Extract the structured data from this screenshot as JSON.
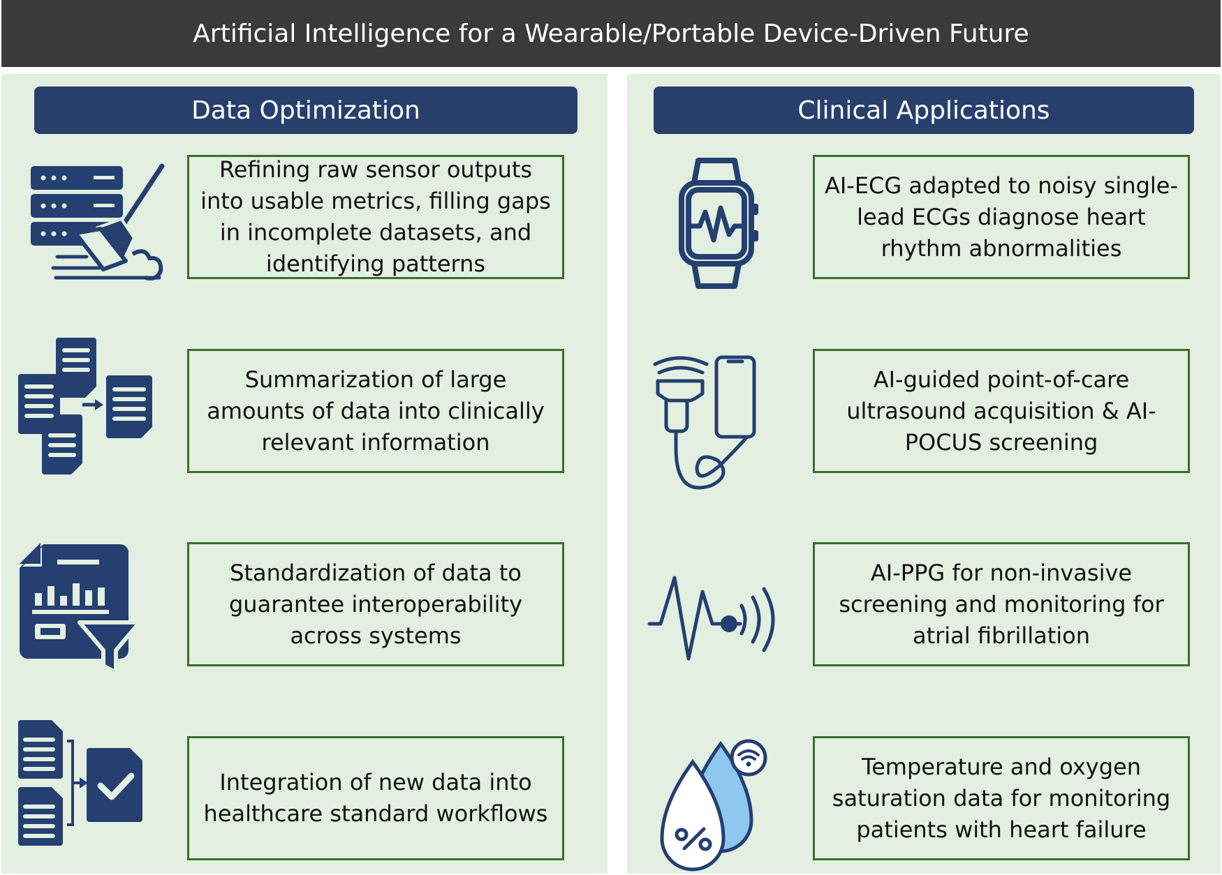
{
  "title": "Artificial Intelligence for a Wearable/Portable Device-Driven Future",
  "left": {
    "header": "Data Optimization",
    "items": [
      {
        "text": "Refining raw sensor outputs into usable metrics, filling gaps in incomplete datasets, and identifying patterns",
        "icon": "database-broom-icon"
      },
      {
        "text": "Summarization of large amounts of data into clinically relevant information",
        "icon": "documents-summary-icon"
      },
      {
        "text": "Standardization of data to guarantee interoperability across systems",
        "icon": "report-filter-icon"
      },
      {
        "text": "Integration of new data into healthcare standard workflows",
        "icon": "documents-checkmark-icon"
      }
    ]
  },
  "right": {
    "header": "Clinical Applications",
    "items": [
      {
        "text": "AI-ECG adapted to noisy single-lead ECGs diagnose heart rhythm abnormalities",
        "icon": "smartwatch-ecg-icon"
      },
      {
        "text": "AI-guided point-of-care ultrasound acquisition & AI-POCUS screening",
        "icon": "ultrasound-probe-phone-icon"
      },
      {
        "text": "AI-PPG for non-invasive screening and monitoring for atrial fibrillation",
        "icon": "pulse-signal-icon"
      },
      {
        "text": "Temperature and oxygen saturation data for monitoring patients with heart failure",
        "icon": "droplets-wifi-icon"
      }
    ]
  },
  "colors": {
    "banner": "#3a3a3a",
    "header": "#283f6c",
    "panel": "#e3efe0",
    "box_border": "#3c6e2a",
    "icon": "#243f70",
    "droplet_light": "#8ec7f0"
  }
}
